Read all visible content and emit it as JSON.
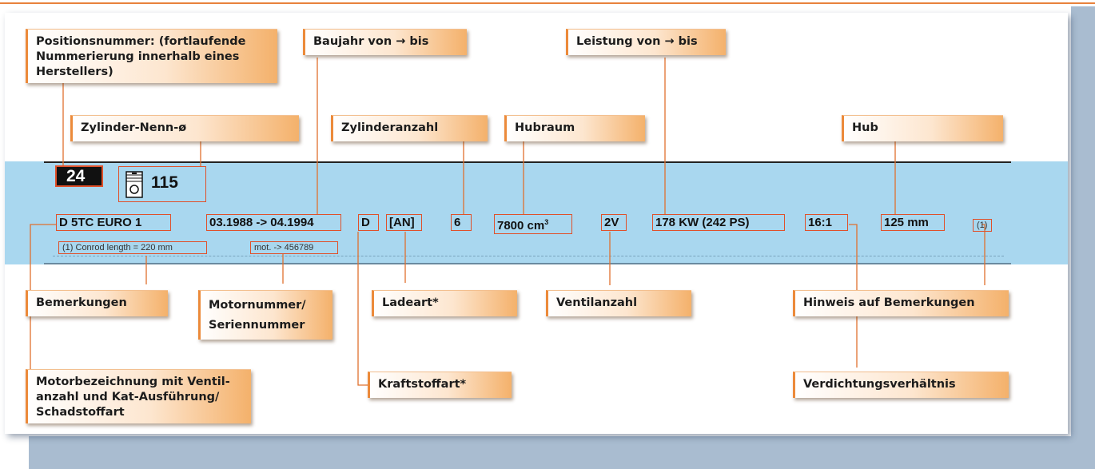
{
  "labels": {
    "position_number": "Positionsnummer: (fortlaufende Nummerierung innerhalb eines Herstellers)",
    "build_year": "Baujahr von → bis",
    "power": "Leistung von → bis",
    "cylinder_bore": "Zylinder-Nenn-ø",
    "cylinder_count": "Zylinderanzahl",
    "displacement": "Hubraum",
    "stroke": "Hub",
    "remarks": "Bemerkungen",
    "engine_serial": "Motornummer/ Seriennummer",
    "charge_type": "Ladeart*",
    "valve_count": "Ventilanzahl",
    "remark_reference": "Hinweis auf Bemerkungen",
    "engine_designation": "Motorbezeichnung mit Ventil- anzahl und Kat-Ausführung/ Schadstoffart",
    "fuel_type": "Kraftstoffart*",
    "compression_ratio": "Verdichtungsverhältnis"
  },
  "record": {
    "position": "24",
    "bore": "115",
    "engine_code": "D 5TC EURO 1",
    "years": "03.1988 -> 04.1994",
    "fuel": "D",
    "charge": "[AN]",
    "cylinders": "6",
    "displacement_value": "7800 cm",
    "displacement_sup": "3",
    "valves": "2V",
    "power_value": "178 KW (242 PS)",
    "compression": "16:1",
    "stroke_value": "125 mm",
    "ref_marker": "(1)",
    "remark_note": "(1) Conrod length = 220 mm",
    "serial_note": "mot. -> 456789"
  },
  "colors": {
    "accent": "#ec8a3a",
    "field_border": "#e0502a",
    "band": "#a9d7ef"
  },
  "icons": {
    "cylinder": "cylinder-diameter-icon"
  }
}
